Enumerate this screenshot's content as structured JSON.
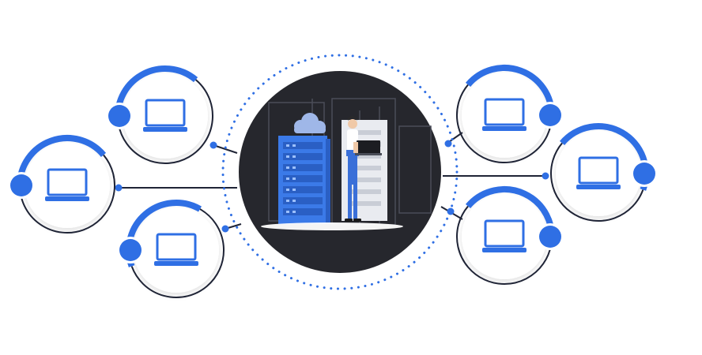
{
  "colors": {
    "accent": "#2f6fe4",
    "dark": "#26272d",
    "line": "#1f2436",
    "ring": "#ffffff",
    "dots": "#2f6fe4"
  },
  "hub": {
    "icon": "server-room-illustration"
  },
  "clients": [
    {
      "name": "client-left-top",
      "icon": "laptop-icon"
    },
    {
      "name": "client-left-middle",
      "icon": "laptop-icon"
    },
    {
      "name": "client-left-bottom",
      "icon": "laptop-icon"
    },
    {
      "name": "client-right-top",
      "icon": "laptop-icon"
    },
    {
      "name": "client-right-middle",
      "icon": "laptop-icon"
    },
    {
      "name": "client-right-bottom",
      "icon": "laptop-icon"
    }
  ]
}
